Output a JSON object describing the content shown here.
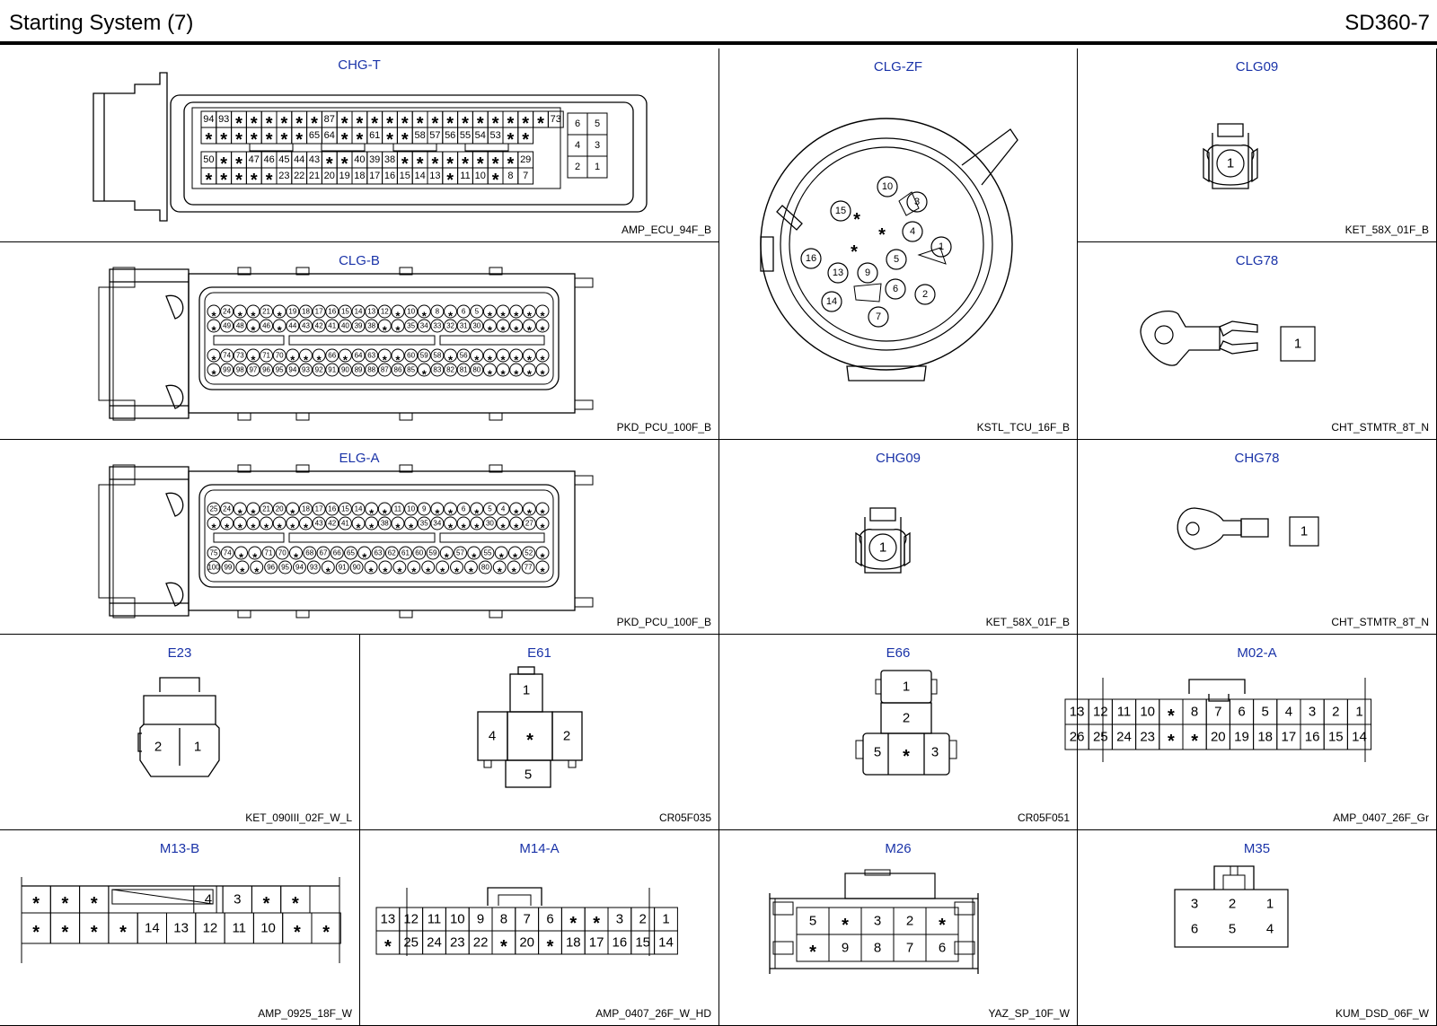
{
  "header": {
    "title": "Starting System (7)",
    "page_code": "SD360-7"
  },
  "connectors": {
    "chg_t": {
      "name": "CHG-T",
      "code": "AMP_ECU_94F_B",
      "row1": [
        "94",
        "93",
        "*",
        "*",
        "*",
        "*",
        "*",
        "*",
        "87",
        "*",
        "*",
        "*",
        "*",
        "*",
        "*",
        "*",
        "*",
        "*",
        "*",
        "*",
        "*",
        "*",
        "*",
        "73"
      ],
      "row2": [
        "*",
        "*",
        "*",
        "*",
        "*",
        "*",
        "*",
        "65",
        "64",
        "*",
        "*",
        "61",
        "*",
        "*",
        "58",
        "57",
        "56",
        "55",
        "54",
        "53",
        "*",
        "*"
      ],
      "row3": [
        "50",
        "*",
        "*",
        "47",
        "46",
        "45",
        "44",
        "43",
        "*",
        "*",
        "40",
        "39",
        "38",
        "*",
        "*",
        "*",
        "*",
        "*",
        "*",
        "*",
        "*",
        "29"
      ],
      "row4": [
        "*",
        "*",
        "*",
        "*",
        "*",
        "23",
        "22",
        "21",
        "20",
        "19",
        "18",
        "17",
        "16",
        "15",
        "14",
        "13",
        "*",
        "11",
        "10",
        "*",
        "8",
        "7"
      ],
      "side": [
        "6",
        "5",
        "4",
        "3",
        "2",
        "1"
      ]
    },
    "clg_zf": {
      "name": "CLG-ZF",
      "code": "KSTL_TCU_16F_B",
      "pins": [
        "10",
        "3",
        "15",
        "*",
        "*",
        "4",
        "1",
        "*",
        "16",
        "5",
        "13",
        "9",
        "6",
        "2",
        "14",
        "7"
      ]
    },
    "clg09": {
      "name": "CLG09",
      "code": "KET_58X_01F_B",
      "pins": [
        "1"
      ]
    },
    "clg_b": {
      "name": "CLG-B",
      "code": "PKD_PCU_100F_B",
      "row1": [
        "*",
        "24",
        "*",
        "*",
        "21",
        "*",
        "19",
        "18",
        "17",
        "16",
        "15",
        "14",
        "13",
        "12",
        "*",
        "10",
        "*",
        "8",
        "*",
        "6",
        "5",
        "*",
        "*",
        "*",
        "*",
        "*"
      ],
      "row2": [
        "*",
        "49",
        "48",
        "*",
        "46",
        "*",
        "44",
        "43",
        "42",
        "41",
        "40",
        "39",
        "38",
        "*",
        "*",
        "35",
        "34",
        "33",
        "32",
        "31",
        "30",
        "*",
        "*",
        "*",
        "*",
        "*"
      ],
      "row3": [
        "*",
        "74",
        "73",
        "*",
        "71",
        "70",
        "*",
        "*",
        "*",
        "66",
        "*",
        "64",
        "63",
        "*",
        "*",
        "60",
        "59",
        "58",
        "*",
        "56",
        "*",
        "*",
        "*",
        "*",
        "*",
        "*"
      ],
      "row4": [
        "*",
        "99",
        "98",
        "97",
        "96",
        "95",
        "94",
        "93",
        "92",
        "91",
        "90",
        "89",
        "88",
        "87",
        "86",
        "85",
        "*",
        "83",
        "82",
        "81",
        "80",
        "*",
        "*",
        "*",
        "*",
        "*"
      ]
    },
    "clg78": {
      "name": "CLG78",
      "code": "CHT_STMTR_8T_N",
      "pins": [
        "1"
      ]
    },
    "elg_a": {
      "name": "ELG-A",
      "code": "PKD_PCU_100F_B",
      "row1": [
        "25",
        "24",
        "*",
        "*",
        "21",
        "20",
        "*",
        "18",
        "17",
        "16",
        "15",
        "14",
        "*",
        "*",
        "11",
        "10",
        "9",
        "*",
        "*",
        "6",
        "*",
        "5",
        "4",
        "*",
        "*",
        "*"
      ],
      "row2": [
        "*",
        "*",
        "*",
        "*",
        "*",
        "*",
        "*",
        "*",
        "43",
        "42",
        "41",
        "*",
        "*",
        "38",
        "*",
        "*",
        "35",
        "34",
        "*",
        "*",
        "*",
        "30",
        "*",
        "*",
        "27",
        "*"
      ],
      "row3": [
        "75",
        "74",
        "*",
        "*",
        "71",
        "70",
        "*",
        "68",
        "67",
        "66",
        "65",
        "*",
        "63",
        "62",
        "61",
        "60",
        "59",
        "*",
        "57",
        "*",
        "55",
        "*",
        "*",
        "52",
        "*"
      ],
      "row4": [
        "100",
        "99",
        "*",
        "*",
        "96",
        "95",
        "94",
        "93",
        "*",
        "91",
        "90",
        "*",
        "*",
        "*",
        "*",
        "*",
        "*",
        "*",
        "*",
        "80",
        "*",
        "*",
        "77",
        "*"
      ]
    },
    "chg09": {
      "name": "CHG09",
      "code": "KET_58X_01F_B",
      "pins": [
        "1"
      ]
    },
    "chg78": {
      "name": "CHG78",
      "code": "CHT_STMTR_8T_N",
      "pins": [
        "1"
      ]
    },
    "e23": {
      "name": "E23",
      "code": "KET_090III_02F_W_L",
      "pins": [
        "2",
        "1"
      ]
    },
    "e61": {
      "name": "E61",
      "code": "CR05F035",
      "pins": [
        "1",
        "4",
        "*",
        "2",
        "5"
      ]
    },
    "e66": {
      "name": "E66",
      "code": "CR05F051",
      "pins": [
        "1",
        "2",
        "5",
        "*",
        "3"
      ]
    },
    "m02_a": {
      "name": "M02-A",
      "code": "AMP_0407_26F_Gr",
      "row1": [
        "13",
        "12",
        "11",
        "10",
        "*",
        "8",
        "7",
        "6",
        "5",
        "4",
        "3",
        "2",
        "1"
      ],
      "row2": [
        "26",
        "25",
        "24",
        "23",
        "*",
        "*",
        "20",
        "19",
        "18",
        "17",
        "16",
        "15",
        "14"
      ]
    },
    "m13_b": {
      "name": "M13-B",
      "code": "AMP_0925_18F_W",
      "row1": [
        "*",
        "*",
        "*",
        "4",
        "3",
        "*",
        "*"
      ],
      "row2": [
        "*",
        "*",
        "*",
        "*",
        "14",
        "13",
        "12",
        "11",
        "10",
        "*",
        "*"
      ]
    },
    "m14_a": {
      "name": "M14-A",
      "code": "AMP_0407_26F_W_HD",
      "row1": [
        "13",
        "12",
        "11",
        "10",
        "9",
        "8",
        "7",
        "6",
        "*",
        "*",
        "3",
        "2",
        "1"
      ],
      "row2": [
        "*",
        "25",
        "24",
        "23",
        "22",
        "*",
        "20",
        "*",
        "18",
        "17",
        "16",
        "15",
        "14"
      ]
    },
    "m26": {
      "name": "M26",
      "code": "YAZ_SP_10F_W",
      "row1": [
        "5",
        "*",
        "3",
        "2",
        "*"
      ],
      "row2": [
        "*",
        "9",
        "8",
        "7",
        "6"
      ]
    },
    "m35": {
      "name": "M35",
      "code": "KUM_DSD_06F_W",
      "row1": [
        "3",
        "2",
        "1"
      ],
      "row2": [
        "6",
        "5",
        "4"
      ]
    }
  }
}
